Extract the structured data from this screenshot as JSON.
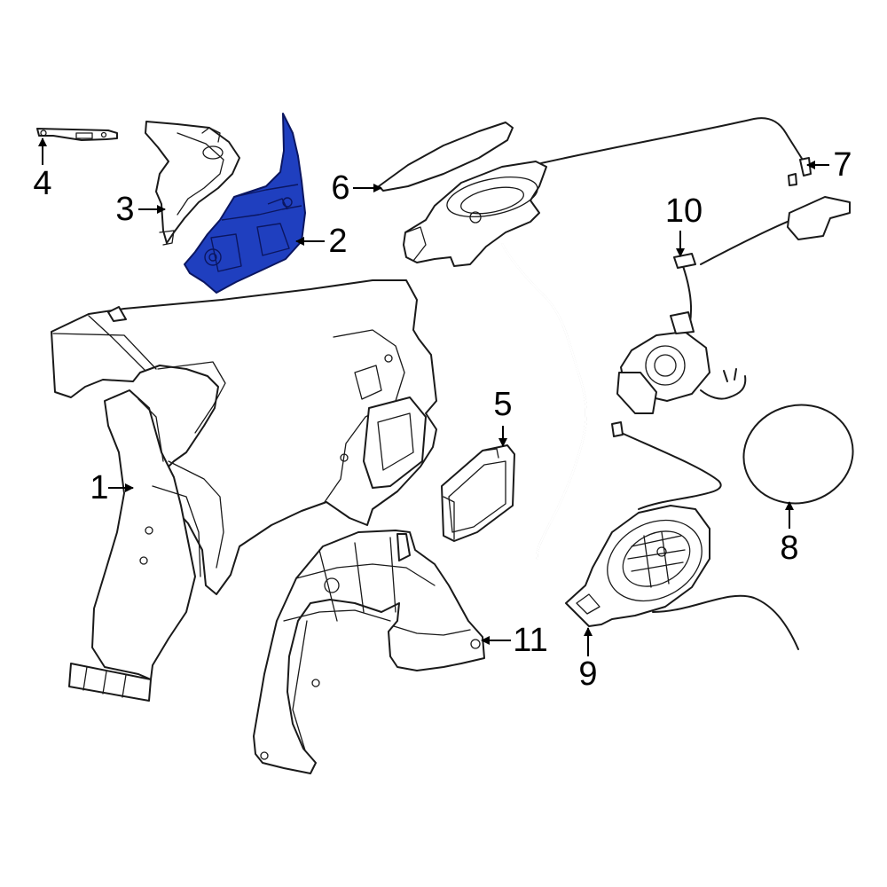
{
  "highlight_color": "#1f3fbf",
  "callouts": {
    "c1": "1",
    "c2": "2",
    "c3": "3",
    "c4": "4",
    "c5": "5",
    "c6": "6",
    "c7": "7",
    "c8": "8",
    "c9": "9",
    "c10": "10",
    "c11": "11"
  },
  "highlighted_part": "2"
}
